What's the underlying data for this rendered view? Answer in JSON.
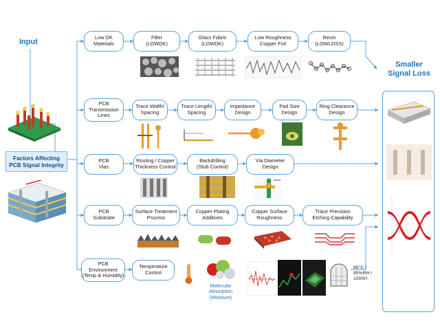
{
  "input_label": "Input",
  "output_label": "Smaller\nSignal Loss",
  "center_label": "Factors Affecting\nPCB Signal Integrity",
  "rows": [
    {
      "category": "Low DK\nMaterials",
      "items": [
        "Filler\n(LOWDK)",
        "Glass Fabric\n(LOWDK)",
        "Low Roughness\nCopper Foil",
        "Resin\n(LOWLOSS)"
      ]
    },
    {
      "category": "PCB\nTransmission\nLines",
      "items": [
        "Trace Width/\nSpacing",
        "Trace Length/\nSpacing",
        "Impedance\nDesign",
        "Pad Size\nDesign",
        "Ring Clearance\nDesign"
      ]
    },
    {
      "category": "PCB\nVias",
      "items": [
        "Routing / Copper\nThickness Control",
        "Backdrilling\n(Stub Control)",
        "Via Diameter\nDesign"
      ]
    },
    {
      "category": "PCB\nSubstrate",
      "items": [
        "Surface Treatment\nProcess",
        "Copper Plating\nAdditives",
        "Copper Surface\nRoughness",
        "Trace Precision\nEtching Capability"
      ]
    },
    {
      "category": "PCB\nEnvironment\n(Temp & Humidity)",
      "items": [
        "Temperature\nControl"
      ]
    }
  ],
  "moisture_label": "Molecular\nAbsorption\n(Moisture)",
  "test_condition": "85°C /\n85%RH /\n1000H",
  "colors": {
    "line": "#5aa0d8",
    "title": "#1e73be",
    "copper": "#e89a2b",
    "red": "#d81e1e"
  }
}
